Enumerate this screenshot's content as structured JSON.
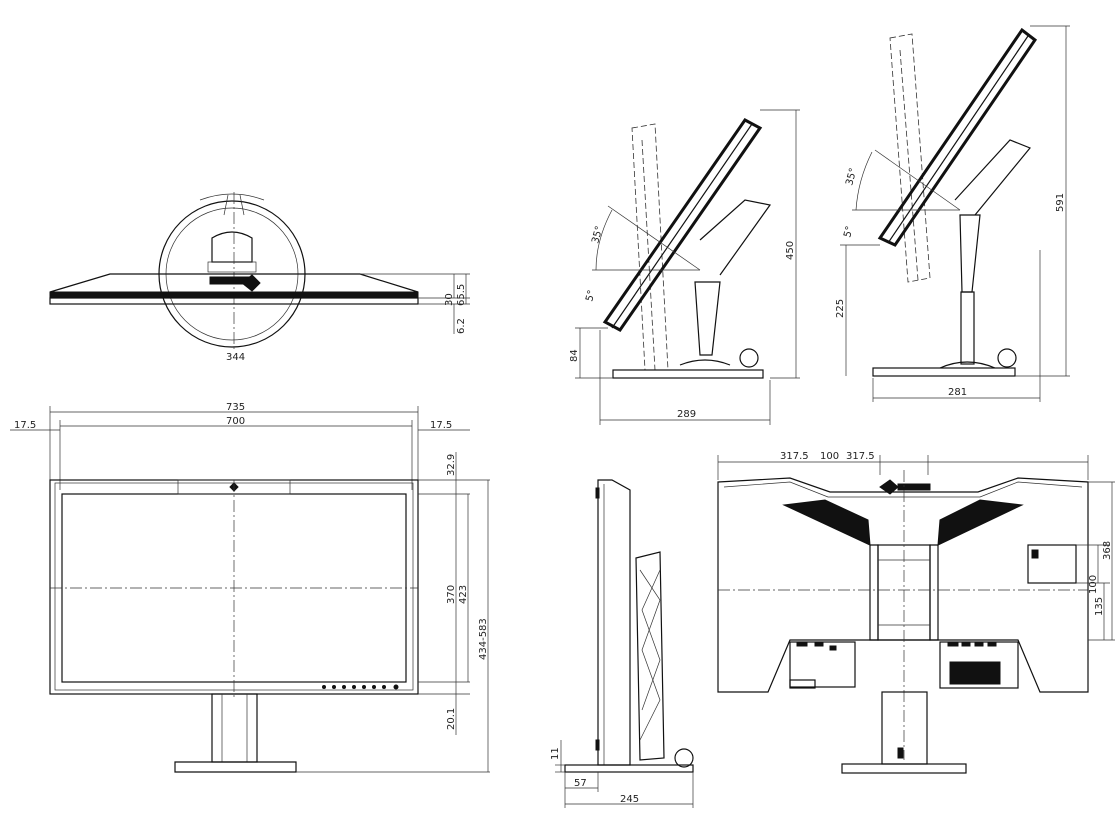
{
  "views": {
    "top": {
      "width": "344",
      "depth_front": "30",
      "depth_back": "65.5",
      "base_height": "6.2"
    },
    "front": {
      "overall_width": "735",
      "screen_width": "700",
      "bezel_left": "17.5",
      "bezel_right": "17.5",
      "top_bezel": "32.9",
      "screen_height": "370",
      "panel_height": "423",
      "height_range": "434-583",
      "bottom_offset": "20.1"
    },
    "side_tilt": {
      "tilt_up": "35°",
      "tilt_down": "5°",
      "height": "450",
      "lowest": "84",
      "depth": "289"
    },
    "side_raised": {
      "tilt_up": "35°",
      "tilt_down": "5°",
      "height": "591",
      "stand_height": "225",
      "depth": "281"
    },
    "side_profile": {
      "base_thickness": "11",
      "offset": "57",
      "depth": "245"
    },
    "rear": {
      "mount_left": "317.5",
      "mount_center": "100",
      "mount_right": "317.5",
      "vesa_v": "100",
      "vesa_offset": "135",
      "height": "368"
    }
  }
}
